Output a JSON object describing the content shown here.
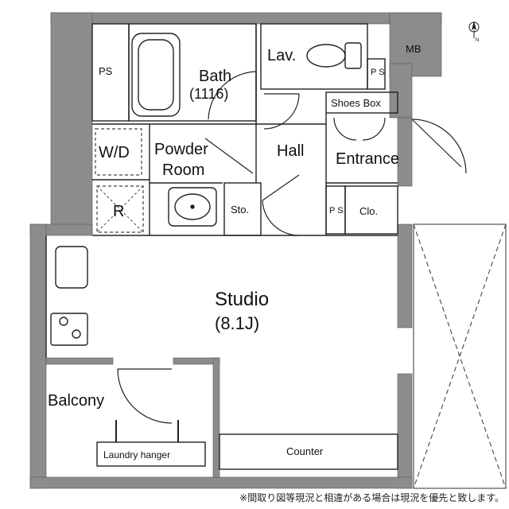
{
  "rooms": {
    "ps_top_left": "PS",
    "bath_name": "Bath",
    "bath_size": "(1116)",
    "lav": "Lav.",
    "ps_lav": "P S",
    "mb": "MB",
    "shoes_box": "Shoes Box",
    "wd": "W/D",
    "powder_room_1": "Powder",
    "powder_room_2": "Room",
    "hall": "Hall",
    "entrance": "Entrance",
    "refrigerator": "R",
    "storage": "Sto.",
    "ps_hall": "P S",
    "closet": "Clo.",
    "studio_name": "Studio",
    "studio_size": "(8.1J)",
    "balcony": "Balcony",
    "laundry_hanger": "Laundry hanger",
    "counter": "Counter"
  },
  "compass": {
    "north_label": "N"
  },
  "note": "※間取り図等現況と相違がある場合は現況を優先と致します。",
  "colors": {
    "wall": "#8c8c8c",
    "line": "#222222",
    "dashed": "#444444"
  }
}
